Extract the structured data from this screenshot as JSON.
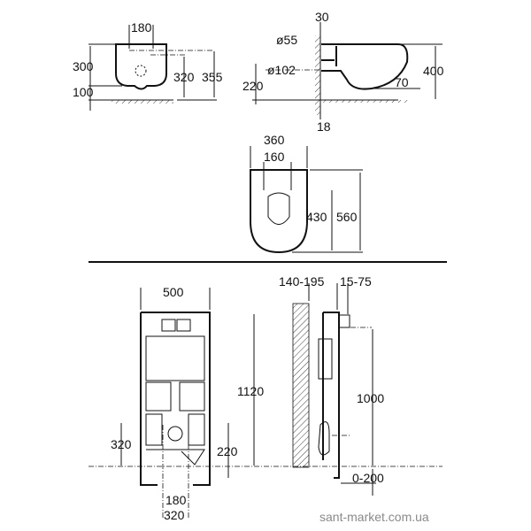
{
  "front_view": {
    "width_180": "180",
    "height_300": "300",
    "height_100": "100",
    "height_320": "320",
    "height_355": "355"
  },
  "side_view": {
    "wall_30": "30",
    "dia_55": "ø55",
    "dia_102": "ø102",
    "height_220": "220",
    "height_400": "400",
    "depth_70": "70",
    "wall_18": "18"
  },
  "top_view": {
    "width_360": "360",
    "width_160": "160",
    "length_430": "430",
    "length_560": "560"
  },
  "frame_front": {
    "width_500": "500",
    "height_1120": "1120",
    "height_320": "320",
    "height_220": "220",
    "spacing_180": "180",
    "spacing_320": "320"
  },
  "frame_side": {
    "depth_140_195": "140-195",
    "offset_15_75": "15-75",
    "height_1000": "1000",
    "adjust_0_200": "0-200"
  },
  "watermark": "sant-market.com.ua",
  "colors": {
    "ink": "#111111",
    "watermark": "#8a8a8a"
  }
}
